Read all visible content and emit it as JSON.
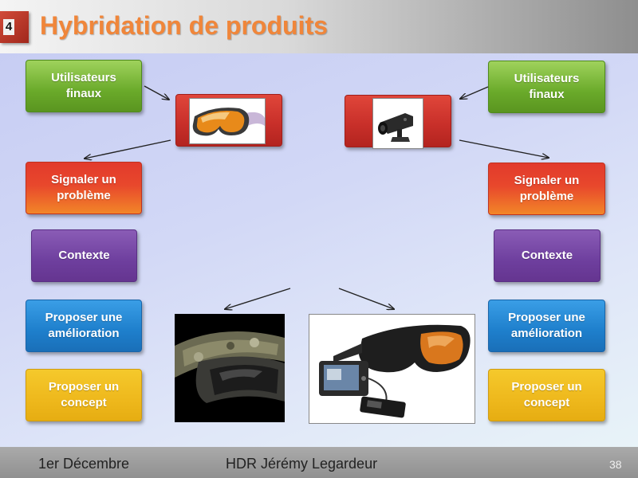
{
  "header": {
    "section_number": "4",
    "title": "Hybridation de produits"
  },
  "left_column": {
    "users": "Utilisateurs\nfinaux",
    "report": "Signaler un\nproblème",
    "context": "Contexte",
    "improve": "Proposer une\namélioration",
    "concept": "Proposer un\nconcept"
  },
  "right_column": {
    "users": "Utilisateurs\nfinaux",
    "report": "Signaler un\nproblème",
    "context": "Contexte",
    "improve": "Proposer une\namélioration",
    "concept": "Proposer un\nconcept"
  },
  "icons": {
    "product_left": "ski-goggles-icon",
    "product_right": "helmet-camera-icon",
    "result_left": "camo-goggles-icon",
    "result_right": "camera-goggles-set-icon"
  },
  "colors": {
    "title": "#f0863a",
    "green": "#6aaa2a",
    "red": "#e23a2c",
    "purple": "#6e3f9e",
    "blue": "#1e7fcc",
    "yellow": "#eeb81c"
  },
  "footer": {
    "date": "1er Décembre",
    "author": "HDR Jérémy Legardeur",
    "page": "38"
  }
}
